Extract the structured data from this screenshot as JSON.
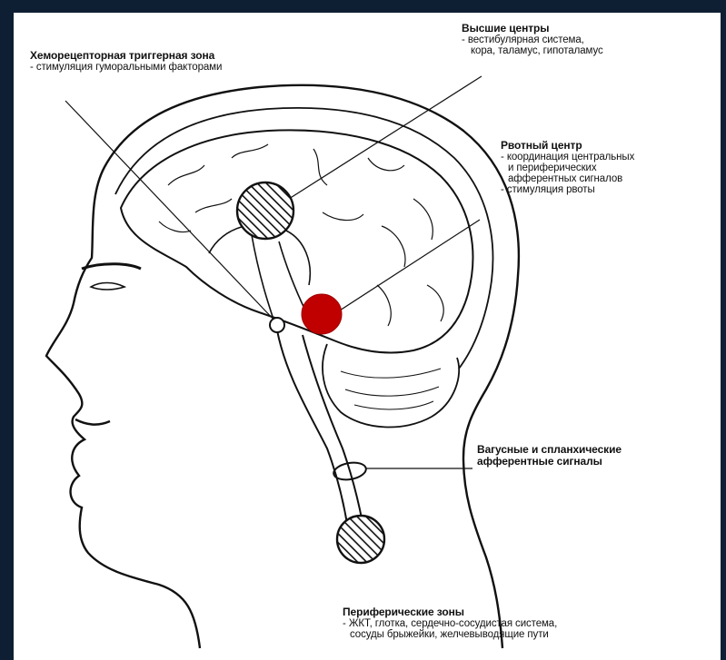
{
  "labels": {
    "chemoreceptor_zone": {
      "title": "Хеморецепторная триггерная зона",
      "lines": [
        "- стимуляция гуморальными факторами"
      ]
    },
    "higher_centers": {
      "title": "Высшие центры",
      "lines": [
        "- вестибулярная система,",
        "кора, таламус, гипоталамус"
      ]
    },
    "vomiting_center": {
      "title": "Рвотный центр",
      "lines": [
        "- координация центральных",
        "и периферических",
        "афферентных сигналов",
        "- стимуляция рвоты"
      ]
    },
    "vagal_afferents": {
      "title": "Вагусные и спланхические",
      "lines": [
        "афферентные сигналы"
      ]
    },
    "peripheral_zones": {
      "title": "Периферические зоны",
      "lines": [
        "- ЖКТ, глотка, сердечно-сосудистая система,",
        "сосуды брыжейки, желчевыводящие пути"
      ]
    }
  },
  "colors": {
    "background": "#0f1f33",
    "panel": "#ffffff",
    "ink": "#111111",
    "vomiting_center_marker": "#c00000"
  }
}
